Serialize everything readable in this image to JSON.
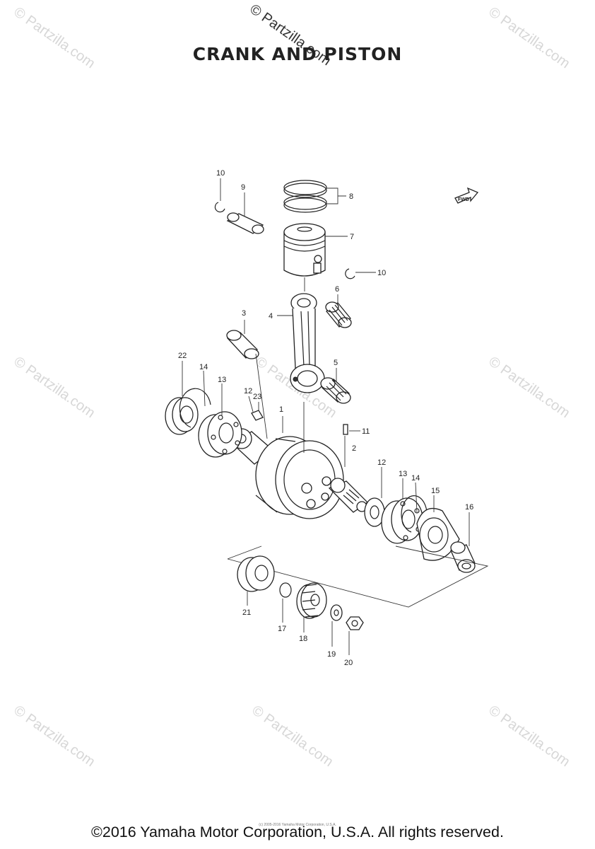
{
  "title": "CRANK AND PISTON",
  "copyright": "©2016 Yamaha Motor Corporation, U.S.A. All rights reserved.",
  "small_credit": "(c) 2005-2016 Yamaha Motor Corporation, U.S.A.",
  "watermark": "© Partzilla.com",
  "fwd_label": "FWD",
  "callouts": {
    "c1": "1",
    "c2": "2",
    "c3": "3",
    "c4": "4",
    "c5": "5",
    "c6": "6",
    "c7": "7",
    "c8": "8",
    "c9": "9",
    "c10a": "10",
    "c10b": "10",
    "c11": "11",
    "c12a": "12",
    "c12b": "12",
    "c13a": "13",
    "c13b": "13",
    "c14a": "14",
    "c14b": "14",
    "c15": "15",
    "c16": "16",
    "c17": "17",
    "c18": "18",
    "c19": "19",
    "c20": "20",
    "c21": "21",
    "c22": "22",
    "c23": "23"
  }
}
